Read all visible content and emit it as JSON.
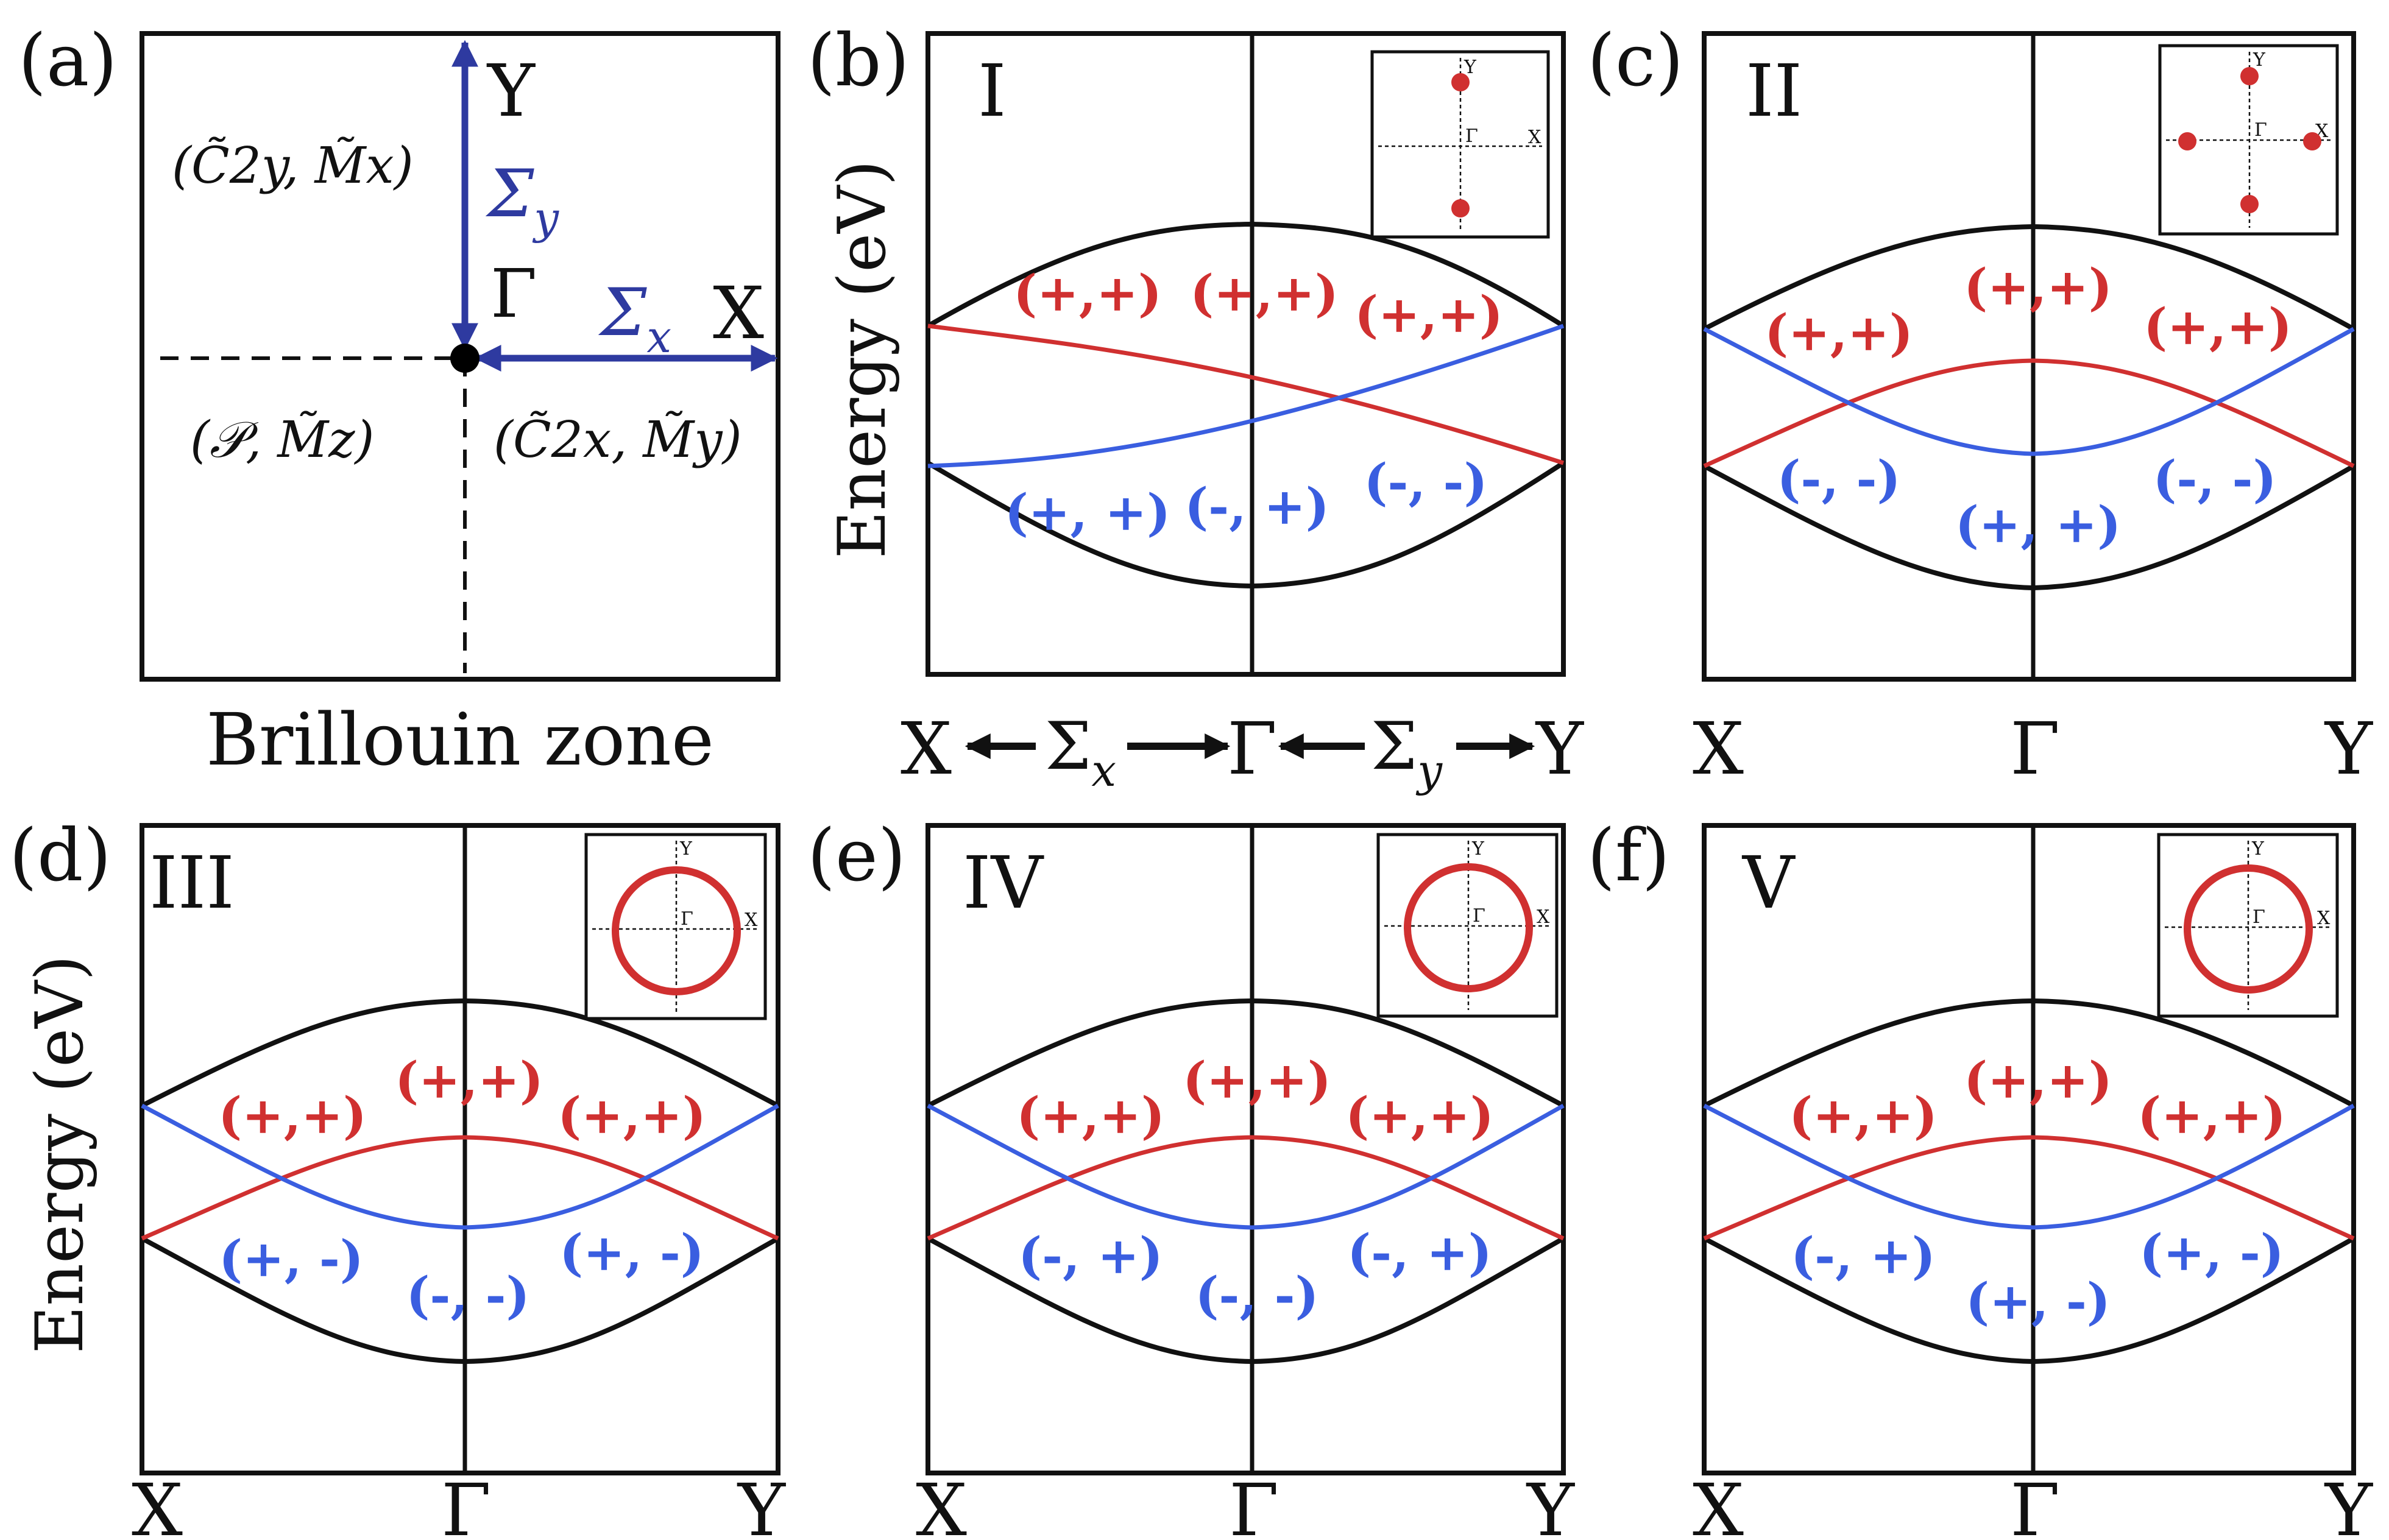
{
  "colors": {
    "red": "#d03030",
    "blue": "#3a5ee0",
    "navy": "#2e3aa0",
    "black": "#111111"
  },
  "panel_a": {
    "tag": "(a)",
    "caption": "Brillouin zone",
    "Y": "Y",
    "X": "X",
    "Gamma": "Γ",
    "sigma_y": "Σ",
    "sigma_y_sub": "y",
    "sigma_x": "Σ",
    "sigma_x_sub": "x",
    "sym_y_axis": "(C̃2y, M̃x)",
    "sym_x_axis": "(C̃2x, M̃y)",
    "sym_origin": "(𝒫, M̃z)"
  },
  "axis": {
    "ylabel": "Energy (eV)",
    "x_left": "X",
    "x_mid": "Γ",
    "x_right": "Y",
    "sigma": "Σ",
    "sub_x": "x",
    "sub_y": "y"
  },
  "inset": {
    "X": "X",
    "Y": "Y",
    "G": "Γ"
  },
  "panels": {
    "b": {
      "tag": "(b)",
      "roman": "I",
      "red": [
        "(+,+)",
        "(+,+)",
        "(+,+)"
      ],
      "blue": [
        "(+, +)",
        "(-, +)",
        "(-, -)"
      ]
    },
    "c": {
      "tag": "(c)",
      "roman": "II",
      "red": [
        "(+,+)",
        "(+,+)",
        "(+,+)"
      ],
      "blue": [
        "(-, -)",
        "(+, +)",
        "(-, -)"
      ]
    },
    "d": {
      "tag": "(d)",
      "roman": "III",
      "red": [
        "(+,+)",
        "(+,+)",
        "(+,+)"
      ],
      "blue": [
        "(+, -)",
        "(-, -)",
        "(+, -)"
      ]
    },
    "e": {
      "tag": "(e)",
      "roman": "IV",
      "red": [
        "(+,+)",
        "(+,+)",
        "(+,+)"
      ],
      "blue": [
        "(-, +)",
        "(-, -)",
        "(-, +)"
      ]
    },
    "f": {
      "tag": "(f)",
      "roman": "V",
      "red": [
        "(+,+)",
        "(+,+)",
        "(+,+)"
      ],
      "blue": [
        "(-, +)",
        "(+, -)",
        "(+, -)"
      ]
    }
  }
}
